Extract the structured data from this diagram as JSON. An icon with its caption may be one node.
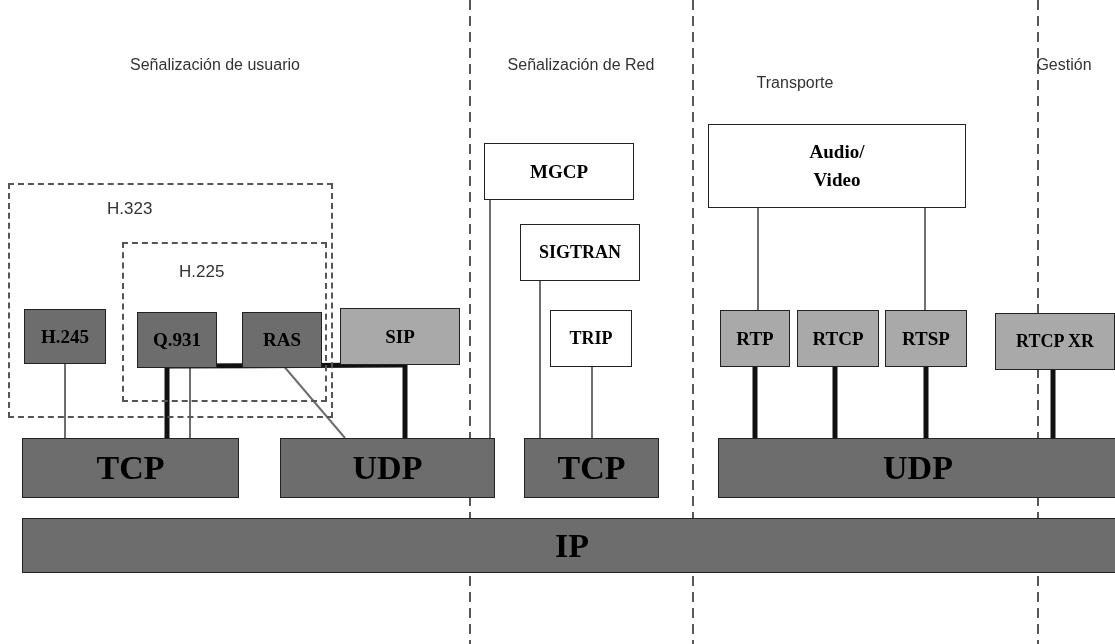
{
  "diagram": {
    "nodes": [
      {
        "text": [
          "H.323"
        ]
      },
      {
        "text": [
          "H.225"
        ],
        "in": 0
      },
      {
        "text": [
          "H.245"
        ],
        "in": 0
      },
      {
        "text": [
          "Q.931"
        ],
        "in": 1
      },
      {
        "text": [
          "RAS"
        ],
        "in": 1
      },
      {
        "text": [
          "SIP"
        ]
      },
      {
        "text": [
          "MGCP"
        ]
      },
      {
        "text": [
          "Audio/ Video"
        ]
      },
      {
        "text": [
          "SIGTRAN"
        ]
      },
      {
        "text": [
          "TRIP"
        ]
      },
      {
        "text": [
          "RTP"
        ]
      },
      {
        "text": [
          "RTCP"
        ]
      },
      {
        "text": [
          "RTSP"
        ]
      },
      {
        "text": [
          "RTCP XR"
        ]
      },
      {
        "text": [
          "TCP"
        ]
      },
      {
        "text": [
          "UDP"
        ]
      },
      {
        "text": [
          "TCP"
        ]
      },
      {
        "text": [
          "UDP"
        ]
      },
      {
        "text": [
          "IP"
        ]
      }
    ],
    "edges": [
      {
        "from": 2,
        "to": 14,
        "arrow": "none"
      },
      {
        "from": 3,
        "to": 14,
        "arrow": "none"
      },
      {
        "from": 4,
        "to": 15,
        "arrow": "none"
      },
      {
        "from": 5,
        "to": 14,
        "arrow": "none",
        "style": "thick",
        "color": "#111111"
      },
      {
        "from": 5,
        "to": 15,
        "arrow": "none",
        "style": "thick",
        "color": "#111111"
      },
      {
        "from": 6,
        "to": 15,
        "arrow": "none"
      },
      {
        "from": 8,
        "to": 16,
        "arrow": "none"
      },
      {
        "from": 9,
        "to": 16,
        "arrow": "none"
      },
      {
        "from": 7,
        "to": 10,
        "arrow": "none"
      },
      {
        "from": 7,
        "to": 12,
        "arrow": "none"
      },
      {
        "from": 10,
        "to": 17,
        "arrow": "none",
        "style": "thick",
        "color": "#111111"
      },
      {
        "from": 11,
        "to": 17,
        "arrow": "none",
        "style": "thick",
        "color": "#111111"
      },
      {
        "from": 12,
        "to": 17,
        "arrow": "none",
        "style": "thick",
        "color": "#111111"
      },
      {
        "from": 13,
        "to": 17,
        "arrow": "none",
        "style": "thick",
        "color": "#111111"
      }
    ],
    "labels": [
      "Señalización de usuario",
      "Señalización de Red",
      "Transporte",
      "Gestión"
    ]
  }
}
